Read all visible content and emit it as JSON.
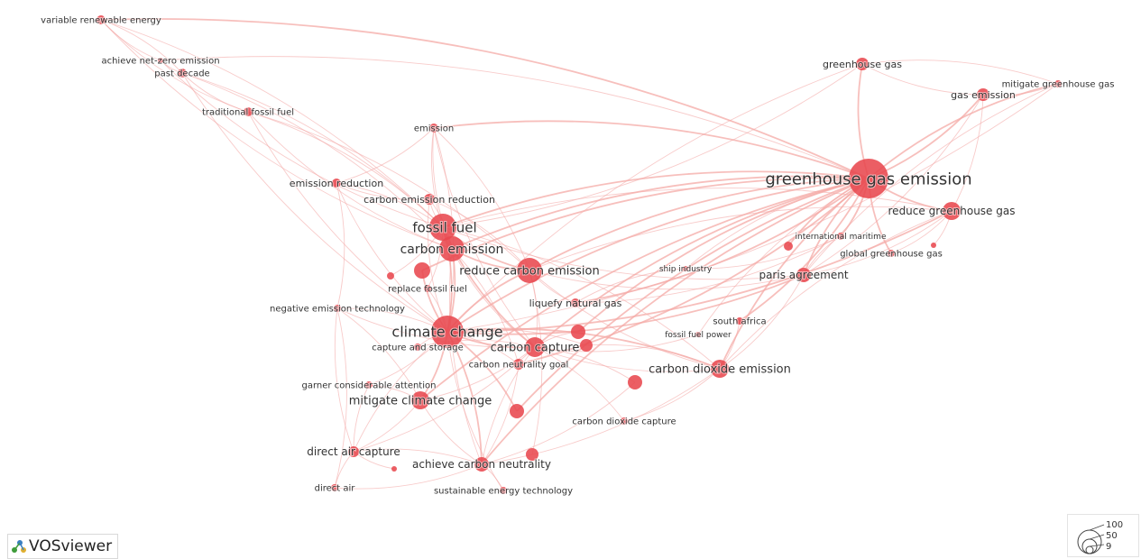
{
  "app": {
    "brand": "VOSviewer"
  },
  "colors": {
    "node": "#e8484f",
    "link": "#f4a9a6",
    "label": "#333333"
  },
  "legend": {
    "values": [
      "100",
      "50",
      "9"
    ]
  },
  "network": {
    "nodes": [
      {
        "id": "variable renewable energy",
        "label": "variable renewable energy"
      },
      {
        "id": "achieve net-zero emission",
        "label": "achieve net-zero emission"
      },
      {
        "id": "past decade",
        "label": "past decade"
      },
      {
        "id": "traditional fossil fuel",
        "label": "traditional fossil fuel"
      },
      {
        "id": "emission",
        "label": "emission"
      },
      {
        "id": "emission reduction",
        "label": "emission reduction"
      },
      {
        "id": "carbon emission reduction",
        "label": "carbon emission reduction"
      },
      {
        "id": "fossil fuel",
        "label": "fossil fuel"
      },
      {
        "id": "carbon emission",
        "label": "carbon emission"
      },
      {
        "id": "reduce carbon emission",
        "label": "reduce carbon emission"
      },
      {
        "id": "replace fossil fuel",
        "label": "replace fossil fuel"
      },
      {
        "id": "negative emission technology",
        "label": "negative emission technology"
      },
      {
        "id": "liquefy natural gas",
        "label": "liquefy natural gas"
      },
      {
        "id": "ship industry",
        "label": "ship industry"
      },
      {
        "id": "climate change",
        "label": "climate change"
      },
      {
        "id": "capture and storage",
        "label": "capture and storage"
      },
      {
        "id": "carbon capture",
        "label": "carbon capture"
      },
      {
        "id": "carbon neutrality goal",
        "label": "carbon neutrality goal"
      },
      {
        "id": "garner considerable attention",
        "label": "garner considerable attention"
      },
      {
        "id": "mitigate climate change",
        "label": "mitigate climate change"
      },
      {
        "id": "direct air capture",
        "label": "direct air capture"
      },
      {
        "id": "direct air",
        "label": "direct air"
      },
      {
        "id": "achieve carbon neutrality",
        "label": "achieve carbon neutrality"
      },
      {
        "id": "sustainable energy technology",
        "label": "sustainable energy technology"
      },
      {
        "id": "carbon dioxide capture",
        "label": "carbon dioxide capture"
      },
      {
        "id": "carbon dioxide emission",
        "label": "carbon dioxide emission"
      },
      {
        "id": "fossil fuel power",
        "label": "fossil fuel power"
      },
      {
        "id": "south africa",
        "label": "south africa"
      },
      {
        "id": "paris agreement",
        "label": "paris agreement"
      },
      {
        "id": "international maritime",
        "label": "international maritime"
      },
      {
        "id": "global greenhouse gas",
        "label": "global greenhouse gas"
      },
      {
        "id": "reduce greenhouse gas",
        "label": "reduce greenhouse gas"
      },
      {
        "id": "greenhouse gas emission",
        "label": "greenhouse gas emission"
      },
      {
        "id": "greenhouse gas",
        "label": "greenhouse gas"
      },
      {
        "id": "gas emission",
        "label": "gas emission"
      },
      {
        "id": "mitigate greenhouse gas",
        "label": "mitigate greenhouse gas"
      },
      {
        "id": "unlabeled-1",
        "label": ""
      },
      {
        "id": "unlabeled-2",
        "label": ""
      },
      {
        "id": "unlabeled-3",
        "label": ""
      },
      {
        "id": "unlabeled-4",
        "label": ""
      },
      {
        "id": "unlabeled-5",
        "label": ""
      },
      {
        "id": "unlabeled-6",
        "label": ""
      },
      {
        "id": "unlabeled-7",
        "label": ""
      },
      {
        "id": "unlabeled-8",
        "label": ""
      },
      {
        "id": "unlabeled-9",
        "label": ""
      },
      {
        "id": "unlabeled-10",
        "label": ""
      }
    ],
    "links": [
      [
        "variable renewable energy",
        "achieve net-zero emission"
      ],
      [
        "variable renewable energy",
        "past decade"
      ],
      [
        "variable renewable energy",
        "traditional fossil fuel"
      ],
      [
        "variable renewable energy",
        "fossil fuel"
      ],
      [
        "variable renewable energy",
        "carbon emission"
      ],
      [
        "variable renewable energy",
        "greenhouse gas emission"
      ],
      [
        "achieve net-zero emission",
        "past decade"
      ],
      [
        "achieve net-zero emission",
        "greenhouse gas emission"
      ],
      [
        "achieve net-zero emission",
        "fossil fuel"
      ],
      [
        "past decade",
        "fossil fuel"
      ],
      [
        "past decade",
        "climate change"
      ],
      [
        "past decade",
        "carbon emission"
      ],
      [
        "past decade",
        "traditional fossil fuel"
      ],
      [
        "traditional fossil fuel",
        "fossil fuel"
      ],
      [
        "traditional fossil fuel",
        "carbon emission"
      ],
      [
        "traditional fossil fuel",
        "reduce carbon emission"
      ],
      [
        "traditional fossil fuel",
        "climate change"
      ],
      [
        "emission",
        "greenhouse gas emission"
      ],
      [
        "emission",
        "fossil fuel"
      ],
      [
        "emission",
        "climate change"
      ],
      [
        "emission",
        "carbon emission"
      ],
      [
        "emission",
        "reduce carbon emission"
      ],
      [
        "emission",
        "carbon capture"
      ],
      [
        "emission",
        "emission reduction"
      ],
      [
        "emission reduction",
        "carbon emission reduction"
      ],
      [
        "emission reduction",
        "fossil fuel"
      ],
      [
        "emission reduction",
        "climate change"
      ],
      [
        "emission reduction",
        "negative emission technology"
      ],
      [
        "carbon emission reduction",
        "fossil fuel"
      ],
      [
        "carbon emission reduction",
        "carbon emission"
      ],
      [
        "carbon emission reduction",
        "climate change"
      ],
      [
        "carbon emission reduction",
        "reduce carbon emission"
      ],
      [
        "fossil fuel",
        "carbon emission"
      ],
      [
        "fossil fuel",
        "climate change"
      ],
      [
        "fossil fuel",
        "reduce carbon emission"
      ],
      [
        "fossil fuel",
        "greenhouse gas emission"
      ],
      [
        "fossil fuel",
        "carbon capture"
      ],
      [
        "fossil fuel",
        "reduce greenhouse gas"
      ],
      [
        "fossil fuel",
        "paris agreement"
      ],
      [
        "fossil fuel",
        "carbon dioxide emission"
      ],
      [
        "carbon emission",
        "reduce carbon emission"
      ],
      [
        "carbon emission",
        "climate change"
      ],
      [
        "carbon emission",
        "carbon capture"
      ],
      [
        "carbon emission",
        "greenhouse gas emission"
      ],
      [
        "carbon emission",
        "achieve carbon neutrality"
      ],
      [
        "carbon emission",
        "carbon neutrality goal"
      ],
      [
        "reduce carbon emission",
        "climate change"
      ],
      [
        "reduce carbon emission",
        "greenhouse gas emission"
      ],
      [
        "reduce carbon emission",
        "liquefy natural gas"
      ],
      [
        "reduce carbon emission",
        "carbon capture"
      ],
      [
        "reduce carbon emission",
        "paris agreement"
      ],
      [
        "reduce carbon emission",
        "reduce greenhouse gas"
      ],
      [
        "reduce carbon emission",
        "carbon dioxide emission"
      ],
      [
        "replace fossil fuel",
        "climate change"
      ],
      [
        "replace fossil fuel",
        "fossil fuel"
      ],
      [
        "negative emission technology",
        "climate change"
      ],
      [
        "negative emission technology",
        "direct air capture"
      ],
      [
        "negative emission technology",
        "mitigate climate change"
      ],
      [
        "negative emission technology",
        "carbon capture"
      ],
      [
        "negative emission technology",
        "direct air"
      ],
      [
        "liquefy natural gas",
        "greenhouse gas emission"
      ],
      [
        "liquefy natural gas",
        "ship industry"
      ],
      [
        "liquefy natural gas",
        "international maritime"
      ],
      [
        "ship industry",
        "greenhouse gas emission"
      ],
      [
        "ship industry",
        "international maritime"
      ],
      [
        "climate change",
        "greenhouse gas emission"
      ],
      [
        "climate change",
        "carbon capture"
      ],
      [
        "climate change",
        "mitigate climate change"
      ],
      [
        "climate change",
        "capture and storage"
      ],
      [
        "climate change",
        "carbon neutrality goal"
      ],
      [
        "climate change",
        "direct air capture"
      ],
      [
        "climate change",
        "achieve carbon neutrality"
      ],
      [
        "climate change",
        "paris agreement"
      ],
      [
        "climate change",
        "carbon dioxide emission"
      ],
      [
        "climate change",
        "reduce greenhouse gas"
      ],
      [
        "climate change",
        "garner considerable attention"
      ],
      [
        "climate change",
        "sustainable energy technology"
      ],
      [
        "carbon capture",
        "greenhouse gas emission"
      ],
      [
        "carbon capture",
        "capture and storage"
      ],
      [
        "carbon capture",
        "carbon dioxide capture"
      ],
      [
        "carbon capture",
        "carbon dioxide emission"
      ],
      [
        "carbon capture",
        "direct air capture"
      ],
      [
        "carbon capture",
        "achieve carbon neutrality"
      ],
      [
        "carbon capture",
        "mitigate climate change"
      ],
      [
        "carbon capture",
        "fossil fuel power"
      ],
      [
        "carbon neutrality goal",
        "achieve carbon neutrality"
      ],
      [
        "carbon neutrality goal",
        "greenhouse gas emission"
      ],
      [
        "garner considerable attention",
        "mitigate climate change"
      ],
      [
        "garner considerable attention",
        "direct air capture"
      ],
      [
        "mitigate climate change",
        "direct air capture"
      ],
      [
        "mitigate climate change",
        "achieve carbon neutrality"
      ],
      [
        "mitigate climate change",
        "greenhouse gas emission"
      ],
      [
        "direct air capture",
        "direct air"
      ],
      [
        "direct air capture",
        "achieve carbon neutrality"
      ],
      [
        "direct air",
        "achieve carbon neutrality"
      ],
      [
        "achieve carbon neutrality",
        "sustainable energy technology"
      ],
      [
        "achieve carbon neutrality",
        "carbon dioxide emission"
      ],
      [
        "achieve carbon neutrality",
        "greenhouse gas emission"
      ],
      [
        "carbon dioxide capture",
        "carbon dioxide emission"
      ],
      [
        "carbon dioxide emission",
        "greenhouse gas emission"
      ],
      [
        "carbon dioxide emission",
        "paris agreement"
      ],
      [
        "carbon dioxide emission",
        "reduce greenhouse gas"
      ],
      [
        "carbon dioxide emission",
        "south africa"
      ],
      [
        "fossil fuel power",
        "greenhouse gas emission"
      ],
      [
        "south africa",
        "greenhouse gas emission"
      ],
      [
        "paris agreement",
        "greenhouse gas emission"
      ],
      [
        "paris agreement",
        "reduce greenhouse gas"
      ],
      [
        "paris agreement",
        "international maritime"
      ],
      [
        "international maritime",
        "greenhouse gas emission"
      ],
      [
        "global greenhouse gas",
        "greenhouse gas emission"
      ],
      [
        "global greenhouse gas",
        "reduce greenhouse gas"
      ],
      [
        "reduce greenhouse gas",
        "greenhouse gas emission"
      ],
      [
        "reduce greenhouse gas",
        "gas emission"
      ],
      [
        "greenhouse gas emission",
        "greenhouse gas"
      ],
      [
        "greenhouse gas emission",
        "gas emission"
      ],
      [
        "greenhouse gas emission",
        "mitigate greenhouse gas"
      ],
      [
        "greenhouse gas",
        "gas emission"
      ],
      [
        "greenhouse gas",
        "mitigate greenhouse gas"
      ],
      [
        "greenhouse gas",
        "climate change"
      ],
      [
        "greenhouse gas",
        "fossil fuel"
      ],
      [
        "gas emission",
        "mitigate greenhouse gas"
      ],
      [
        "gas emission",
        "paris agreement"
      ],
      [
        "mitigate greenhouse gas",
        "paris agreement"
      ],
      [
        "mitigate greenhouse gas",
        "climate change"
      ],
      [
        "unlabeled-1",
        "climate change"
      ],
      [
        "unlabeled-1",
        "greenhouse gas emission"
      ],
      [
        "unlabeled-2",
        "carbon capture"
      ],
      [
        "unlabeled-2",
        "greenhouse gas emission"
      ],
      [
        "unlabeled-3",
        "climate change"
      ],
      [
        "unlabeled-3",
        "carbon dioxide emission"
      ],
      [
        "unlabeled-4",
        "carbon capture"
      ],
      [
        "unlabeled-4",
        "achieve carbon neutrality"
      ],
      [
        "unlabeled-5",
        "climate change"
      ],
      [
        "unlabeled-5",
        "greenhouse gas emission"
      ],
      [
        "unlabeled-6",
        "fossil fuel"
      ],
      [
        "unlabeled-7",
        "direct air capture"
      ],
      [
        "unlabeled-8",
        "reduce carbon emission"
      ],
      [
        "unlabeled-9",
        "greenhouse gas emission"
      ],
      [
        "unlabeled-10",
        "reduce greenhouse gas"
      ]
    ]
  }
}
